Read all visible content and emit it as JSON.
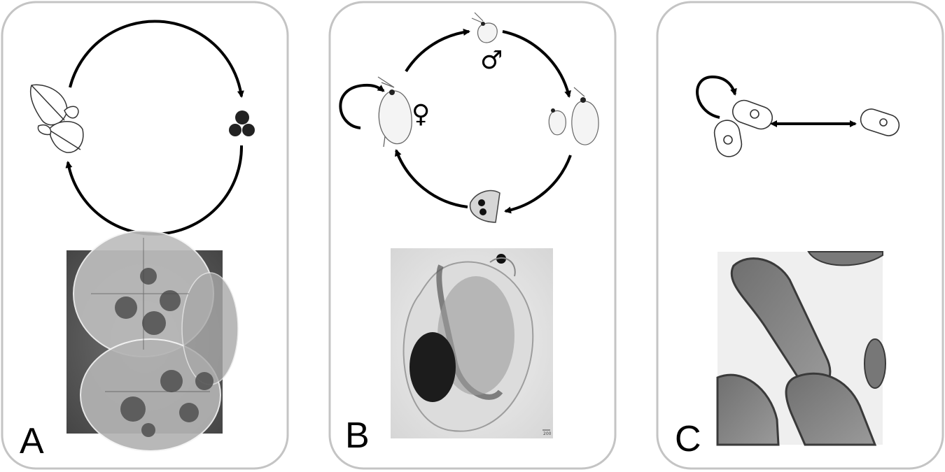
{
  "panels": [
    {
      "id": "A",
      "label": "A"
    },
    {
      "id": "B",
      "label": "B",
      "male_symbol": "♂",
      "female_symbol": "♀"
    },
    {
      "id": "C",
      "label": "C"
    }
  ],
  "colors": {
    "panel_border": "#c4c4c4",
    "arrow": "#000000",
    "photo_dark": "#2b2b2b",
    "photo_light": "#cfcfcf"
  }
}
